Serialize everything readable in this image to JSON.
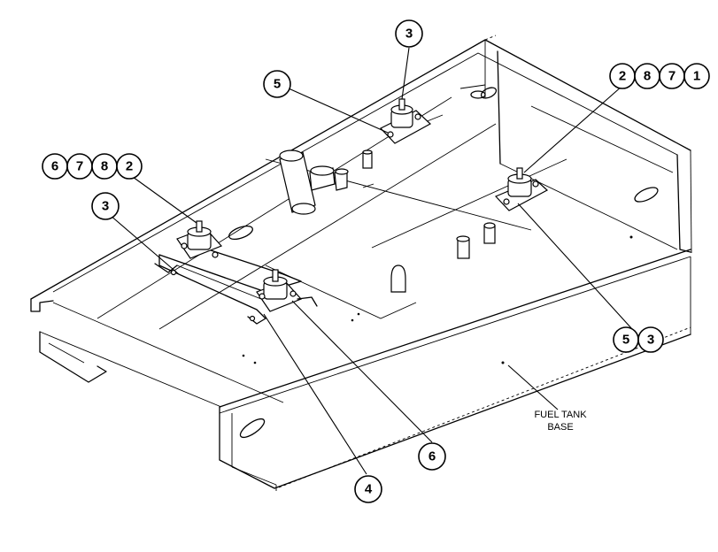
{
  "callouts": {
    "top_3": "3",
    "top_5": "5",
    "right_group": [
      "2",
      "8",
      "7",
      "1"
    ],
    "left_group": [
      "6",
      "7",
      "8",
      "2"
    ],
    "left_3": "3",
    "right_53": [
      "5",
      "3"
    ],
    "bottom_6": "6",
    "bottom_4": "4"
  },
  "labels": {
    "fuel_tank_line1": "FUEL TANK",
    "fuel_tank_line2": "BASE"
  }
}
